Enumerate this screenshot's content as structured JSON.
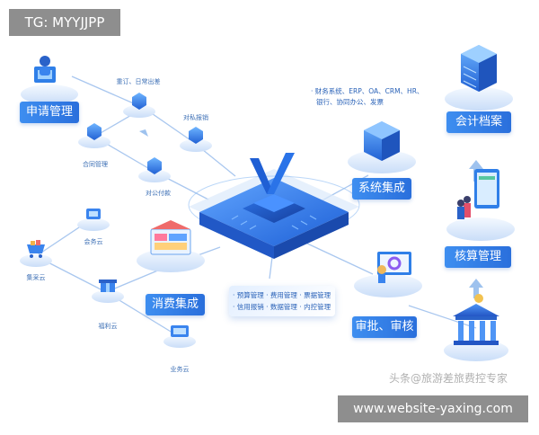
{
  "watermarks": {
    "top_left": "TG: MYYJJPP",
    "bottom_right": "www.website-yaxing.com",
    "faint_overlay": "头条@旅游差旅费控专家"
  },
  "colors": {
    "primary_blue": "#2f7fe8",
    "light_blue": "#cfe3ff",
    "platform_blue": "#3d7ff0",
    "teal_accent": "#5fd1e8"
  },
  "nodes": {
    "application": "申请管理",
    "consumption": "消费集成",
    "system": "系统集成",
    "approval": "审批、审核",
    "accounting": "核算管理",
    "archive": "会计档案"
  },
  "application_children": {
    "internal_booking": "重订、日常出差",
    "private_payment": "对私报销",
    "contract": "合同管理",
    "public_payment": "对公付款"
  },
  "consumption_children": {
    "meeting_cloud": "会务云",
    "purchase_cloud": "集采云",
    "welfare_cloud": "福利云",
    "business_cloud": "业务云"
  },
  "system_note": [
    "· 财务系统、ERP、OA、CRM、HR、",
    "银行、协同办公、发票"
  ],
  "platform_note": [
    "· 预算管理 · 费用管理 · 票据管理",
    "· 信用报销 · 数据管理 · 内控管理"
  ]
}
